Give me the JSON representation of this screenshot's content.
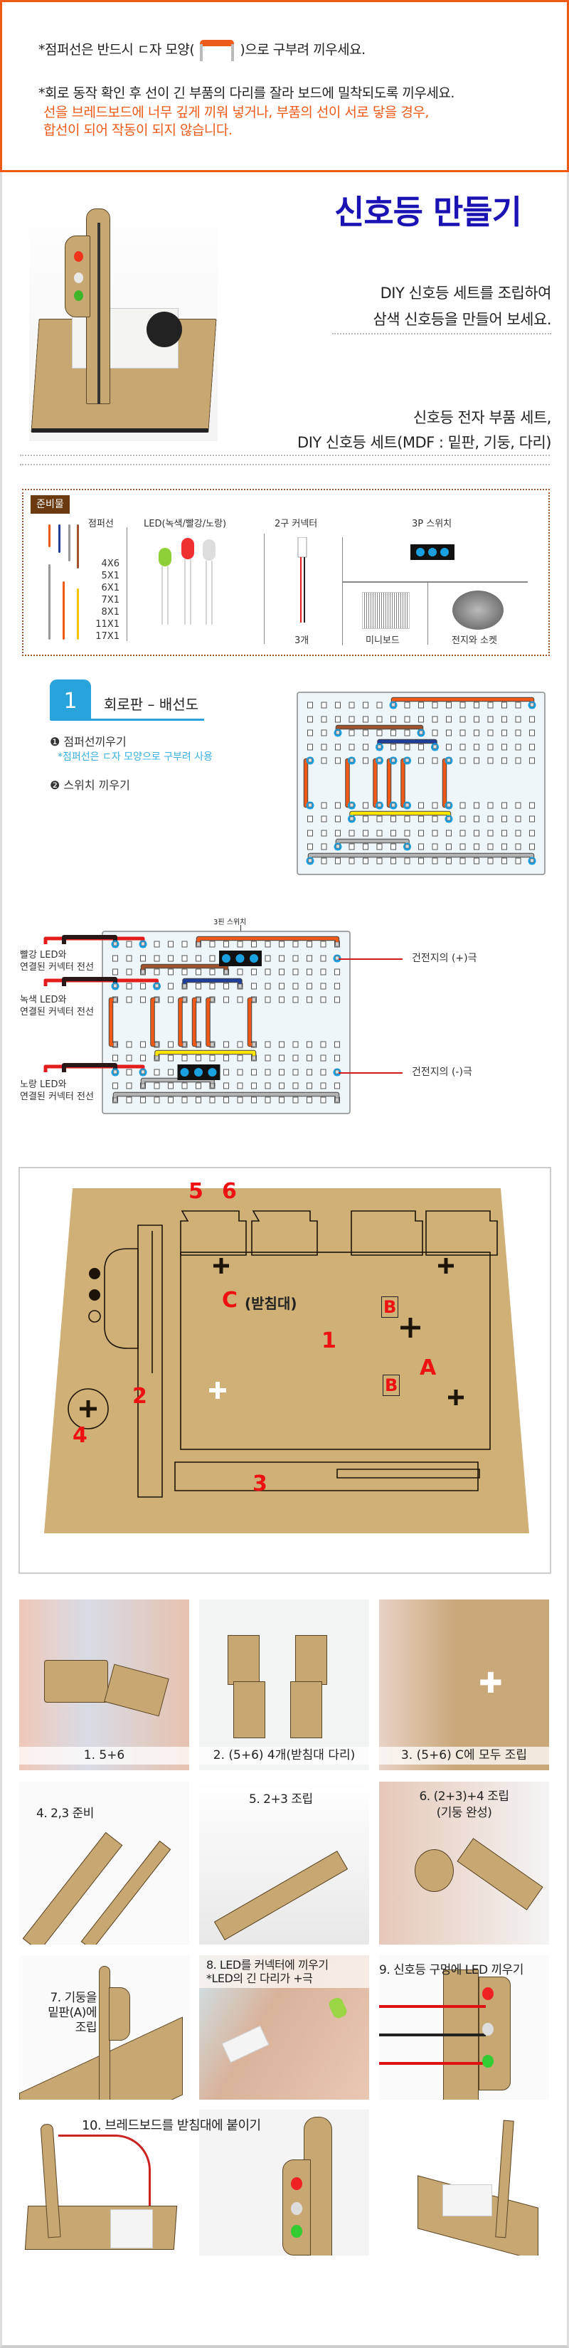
{
  "notice": {
    "line1_before": "*점퍼선은 반드시 ㄷ자 모양(",
    "line1_after": ")으로 구부려 끼우세요.",
    "line2": "*회로 동작 확인 후 선이 긴 부품의 다리를 잘라 보드에 밀착되도록 끼우세요.",
    "warning1": "선을 브레드보드에  너무 깊게 끼워 넣거나, 부품의 선이 서로  닿을 경우,",
    "warning2": "합선이 되어 작동이 되지 않습니다."
  },
  "hero": {
    "title": "신호등 만들기",
    "desc1": "DIY 신호등 세트를 조립하여",
    "desc2": "삼색 신호등을 만들어 보세요.",
    "kit1": "신호등 전자 부품 세트,",
    "kit2": "DIY 신호등 세트(MDF : 밑판, 기둥, 다리)"
  },
  "materials": {
    "label": "준비물",
    "jumper": {
      "title": "점퍼선",
      "sizes": [
        "4X6",
        "5X1",
        "6X1",
        "7X1",
        "8X1",
        "11X1",
        "17X1"
      ]
    },
    "led": {
      "title": "LED(녹색/빨강/노랑)"
    },
    "connector": {
      "title": "2구 커넥터",
      "count": "3개"
    },
    "switch": {
      "title": "3P 스위치"
    },
    "miniboard": "미니보드",
    "battery": "전지와 소켓"
  },
  "step1": {
    "number": "1",
    "title": "회로판 – 배선도",
    "item1": "❶ 점퍼선끼우기",
    "note": "*점퍼선은 ㄷ자 모양으로 구부려 사용",
    "item2": "❷ 스위치 끼우기"
  },
  "colors": {
    "orange": "#f05a16",
    "brown": "#a0522d",
    "blue": "#1f3f9a",
    "yellow": "#ffe600",
    "gray": "#b4b4b4",
    "red": "#e31c1c",
    "black": "#2a1818",
    "dot": "#1aa0e0",
    "accent": "#ef5a17",
    "title": "#1b12b4"
  },
  "board": {
    "cols": 17,
    "rows": 10,
    "wires": [
      {
        "color": "orange",
        "from": [
          6,
          0
        ],
        "to": [
          16,
          0
        ]
      },
      {
        "color": "brown",
        "from": [
          2,
          2
        ],
        "to": [
          8,
          2
        ]
      },
      {
        "color": "blue",
        "from": [
          5,
          3
        ],
        "to": [
          9,
          3
        ]
      },
      {
        "color": "orange",
        "from": [
          0,
          4
        ],
        "to": [
          0,
          5
        ]
      },
      {
        "color": "orange",
        "from": [
          3,
          4
        ],
        "to": [
          3,
          5
        ]
      },
      {
        "color": "orange",
        "from": [
          5,
          4
        ],
        "to": [
          5,
          5
        ]
      },
      {
        "color": "orange",
        "from": [
          6,
          4
        ],
        "to": [
          6,
          5
        ]
      },
      {
        "color": "orange",
        "from": [
          7,
          4
        ],
        "to": [
          7,
          5
        ]
      },
      {
        "color": "orange",
        "from": [
          10,
          4
        ],
        "to": [
          10,
          5
        ]
      },
      {
        "color": "yellow",
        "from": [
          3,
          6
        ],
        "to": [
          10,
          6
        ]
      },
      {
        "color": "gray",
        "from": [
          2,
          8
        ],
        "to": [
          7,
          8
        ]
      },
      {
        "color": "gray",
        "from": [
          0,
          9
        ],
        "to": [
          16,
          9
        ]
      }
    ],
    "switches": [
      {
        "col": 8,
        "row": 1
      },
      {
        "col": 5,
        "row": 7
      }
    ],
    "led_connectors": [
      {
        "row": 0,
        "end": 2
      },
      {
        "row": 3,
        "end": 3
      },
      {
        "row": 7,
        "end": 2
      }
    ],
    "battery_terminals": [
      {
        "col": 16,
        "row": 1
      },
      {
        "col": 16,
        "row": 7
      }
    ]
  },
  "diagram2": {
    "switch_label": "3핀 스위치",
    "red_led": [
      "빨강 LED와",
      "연결된 커넥터 전선"
    ],
    "green_led": [
      "녹색 LED와",
      "연결된 커넥터 전선"
    ],
    "yellow_led": [
      "노랑 LED와",
      "연결된 커넥터 전선"
    ],
    "plus": "건전지의 (+)극",
    "minus": "건전지의 (-)극"
  },
  "mdf": {
    "p5": "5",
    "p6": "6",
    "c": "C",
    "base": "(받침대)",
    "b1": "B",
    "one": "1",
    "a": "A",
    "b2": "B",
    "two": "2",
    "four": "4",
    "three": "3"
  },
  "steps": {
    "s1": "1. 5+6",
    "s2": "2. (5+6) 4개(받침대 다리)",
    "s3": "3. (5+6) C에 모두 조립",
    "s4": "4. 2,3 준비",
    "s5": "5. 2+3 조립",
    "s6": [
      "6. (2+3)+4 조립",
      "(기둥 완성)"
    ],
    "s7": [
      "7. 기둥을",
      "밑판(A)에",
      "조립"
    ],
    "s8": [
      "8. LED를 커넥터에 끼우기",
      "*LED의 긴 다리가 +극"
    ],
    "s9": "9. 신호등 구멍에 LED 끼우기",
    "s10": "10. 브레드보드를 받침대에 붙이기"
  }
}
